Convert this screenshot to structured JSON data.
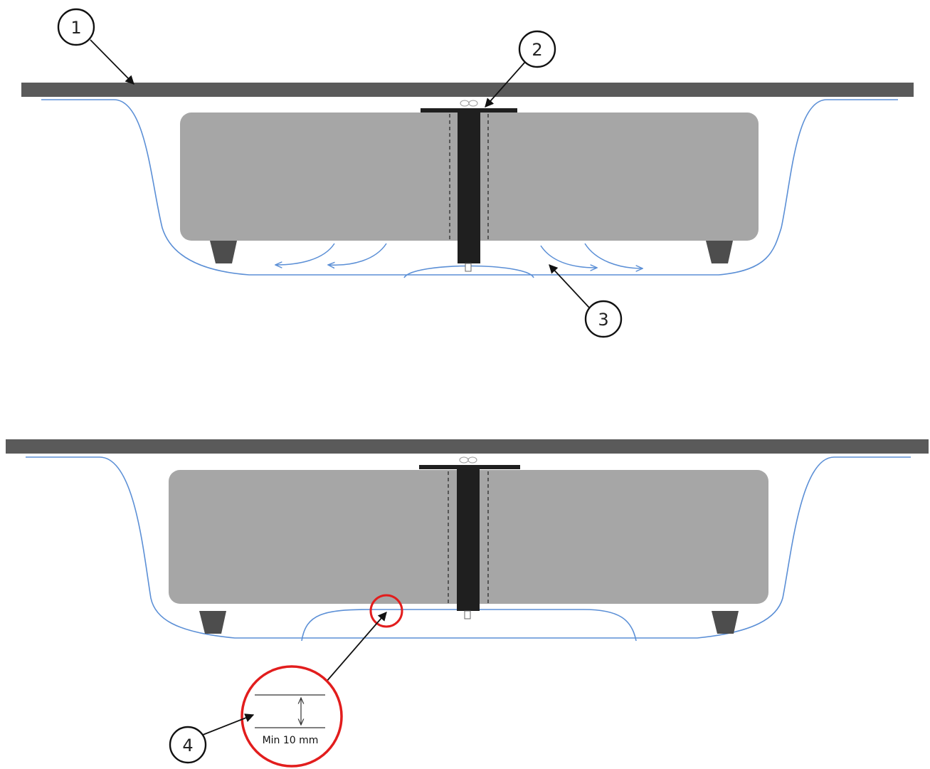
{
  "callouts": {
    "one": "1",
    "two": "2",
    "three": "3",
    "four": "4"
  },
  "detail": {
    "dimension_label": "Min 10 mm"
  },
  "colors": {
    "plate": "#5a5a5a",
    "block": "#a6a6a6",
    "bolt": "#1f1f1f",
    "foot": "#4d4d4d",
    "liquid_line": "#5b8fd6",
    "highlight": "#e21d1d",
    "callout_stroke": "#111111"
  }
}
